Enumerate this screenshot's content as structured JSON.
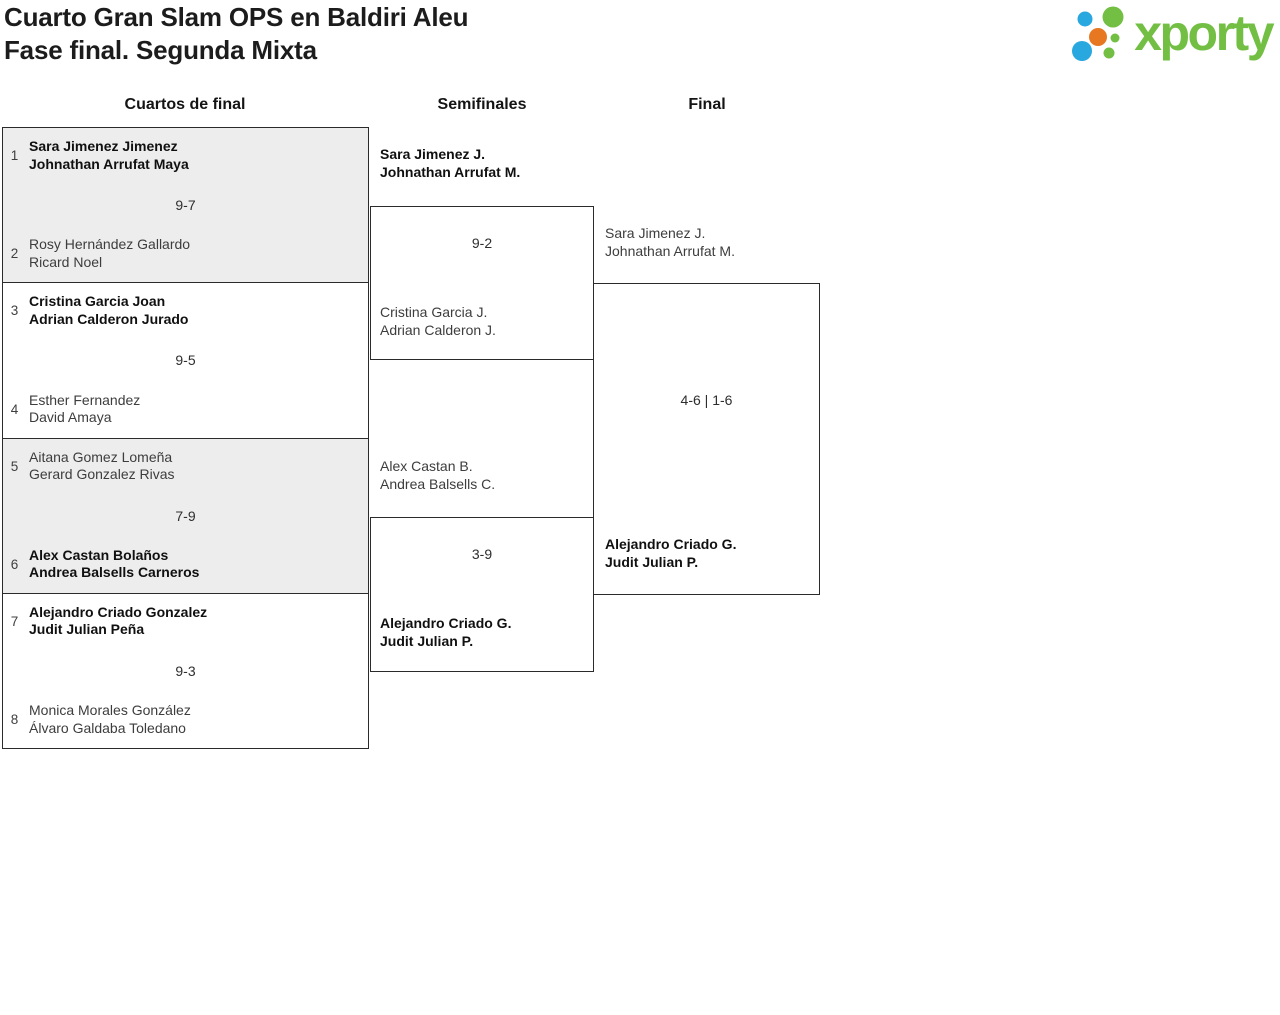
{
  "header": {
    "title_line1": "Cuarto Gran Slam OPS en Baldiri Aleu",
    "title_line2": "Fase final. Segunda Mixta",
    "logo_text": "xporty"
  },
  "colors": {
    "logo_green": "#72BF44",
    "logo_blue": "#29A8E0",
    "logo_orange": "#E87722",
    "row_alt_background": "#EDEDED",
    "border": "#2B2B2B"
  },
  "rounds": {
    "quarterfinals_label": "Cuartos de final",
    "semifinals_label": "Semifinales",
    "final_label": "Final"
  },
  "bracket": {
    "quarterfinals": [
      {
        "seed_top": "1",
        "team_top_line1": "Sara Jimenez Jimenez",
        "team_top_line2": "Johnathan Arrufat Maya",
        "team_top_winner": true,
        "score": "9-7",
        "seed_bottom": "2",
        "team_bottom_line1": "Rosy Hernández Gallardo",
        "team_bottom_line2": "Ricard Noel",
        "team_bottom_winner": false
      },
      {
        "seed_top": "3",
        "team_top_line1": "Cristina Garcia Joan",
        "team_top_line2": "Adrian Calderon Jurado",
        "team_top_winner": true,
        "score": "9-5",
        "seed_bottom": "4",
        "team_bottom_line1": "Esther Fernandez",
        "team_bottom_line2": "David Amaya",
        "team_bottom_winner": false
      },
      {
        "seed_top": "5",
        "team_top_line1": "Aitana Gomez Lomeña",
        "team_top_line2": "Gerard Gonzalez Rivas",
        "team_top_winner": false,
        "score": "7-9",
        "seed_bottom": "6",
        "team_bottom_line1": "Alex Castan Bolaños",
        "team_bottom_line2": "Andrea Balsells Carneros",
        "team_bottom_winner": true
      },
      {
        "seed_top": "7",
        "team_top_line1": "Alejandro Criado Gonzalez",
        "team_top_line2": "Judit Julian Peña",
        "team_top_winner": true,
        "score": "9-3",
        "seed_bottom": "8",
        "team_bottom_line1": "Monica Morales González",
        "team_bottom_line2": "Álvaro Galdaba Toledano",
        "team_bottom_winner": false
      }
    ],
    "semifinals": [
      {
        "team_top_line1": "Sara Jimenez J.",
        "team_top_line2": "Johnathan Arrufat M.",
        "team_top_winner": true,
        "score": "9-2",
        "team_bottom_line1": "Cristina Garcia J.",
        "team_bottom_line2": "Adrian Calderon J.",
        "team_bottom_winner": false
      },
      {
        "team_top_line1": "Alex Castan B.",
        "team_top_line2": "Andrea Balsells C.",
        "team_top_winner": false,
        "score": "3-9",
        "team_bottom_line1": "Alejandro Criado G.",
        "team_bottom_line2": "Judit Julian P.",
        "team_bottom_winner": true
      }
    ],
    "final": {
      "team_top_line1": "Sara Jimenez J.",
      "team_top_line2": "Johnathan Arrufat M.",
      "team_top_winner": false,
      "score": "4-6 | 1-6",
      "team_bottom_line1": "Alejandro Criado G.",
      "team_bottom_line2": "Judit Julian P.",
      "team_bottom_winner": true
    }
  }
}
